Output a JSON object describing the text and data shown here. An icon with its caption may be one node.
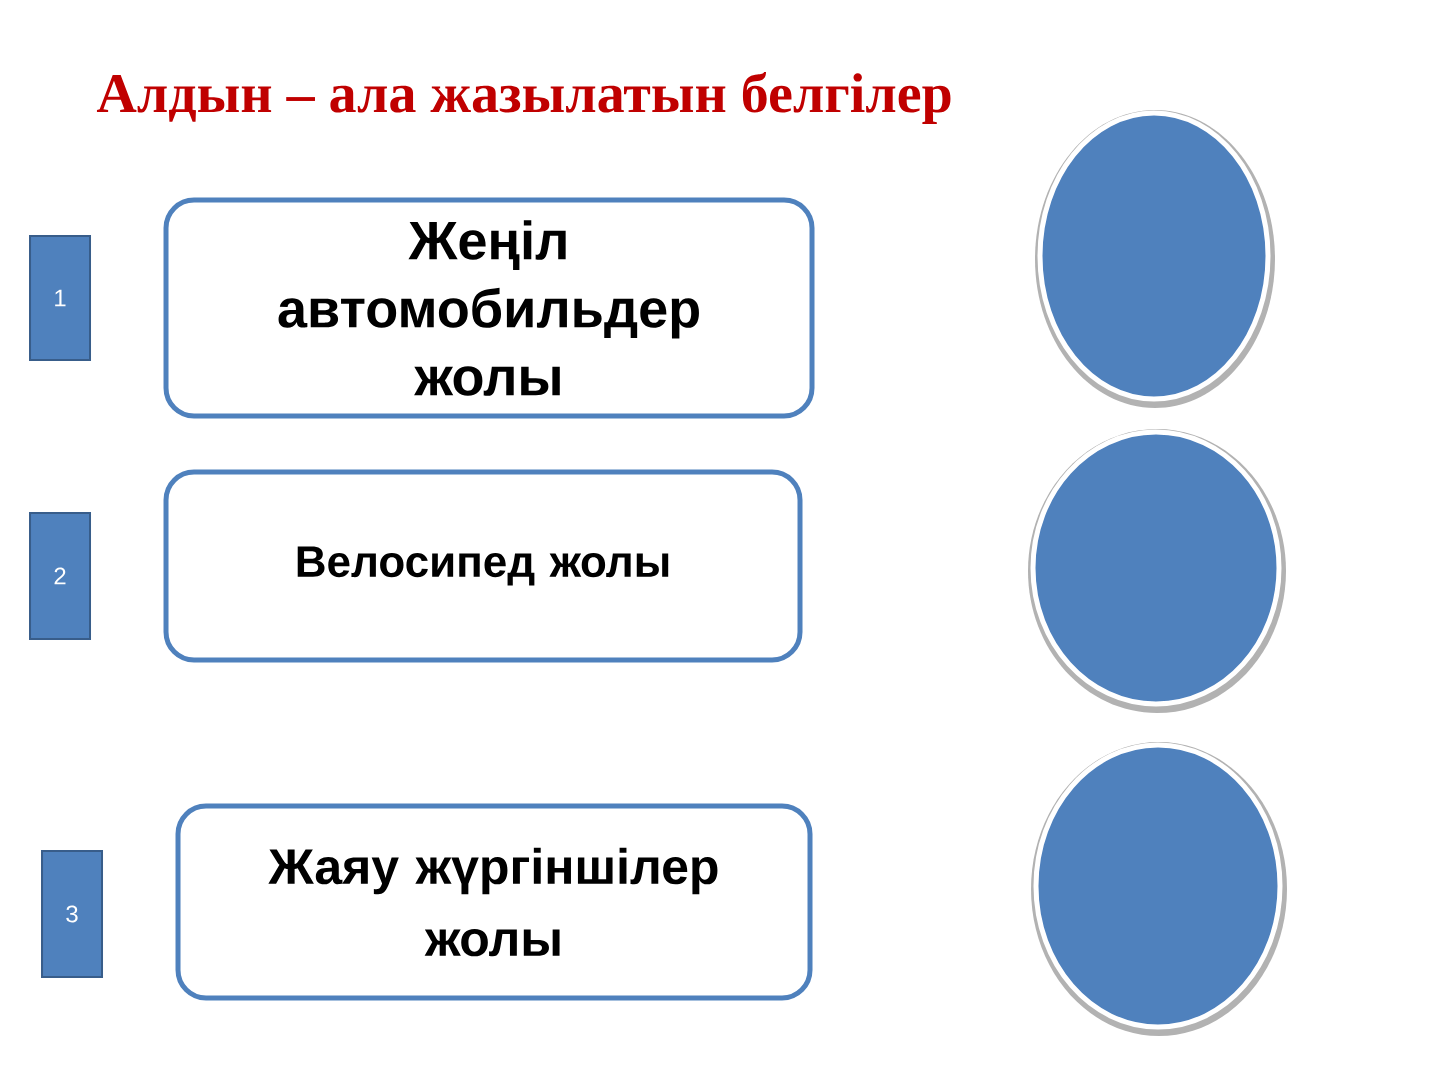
{
  "diagram": {
    "title": "Алдын – ала жазылатын белгілер",
    "nodes": [
      {
        "text": [
          "1"
        ]
      },
      {
        "text": [
          "Жеңіл автомобильдер жолы"
        ]
      },
      {
        "text": [],
        "shape": "circle"
      },
      {
        "text": [
          "2"
        ]
      },
      {
        "text": [
          "Велосипед жолы"
        ]
      },
      {
        "text": [],
        "shape": "circle"
      },
      {
        "text": [
          "3"
        ]
      },
      {
        "text": [
          "Жаяу жүргіншілер жолы"
        ]
      },
      {
        "text": [],
        "shape": "circle"
      }
    ]
  }
}
